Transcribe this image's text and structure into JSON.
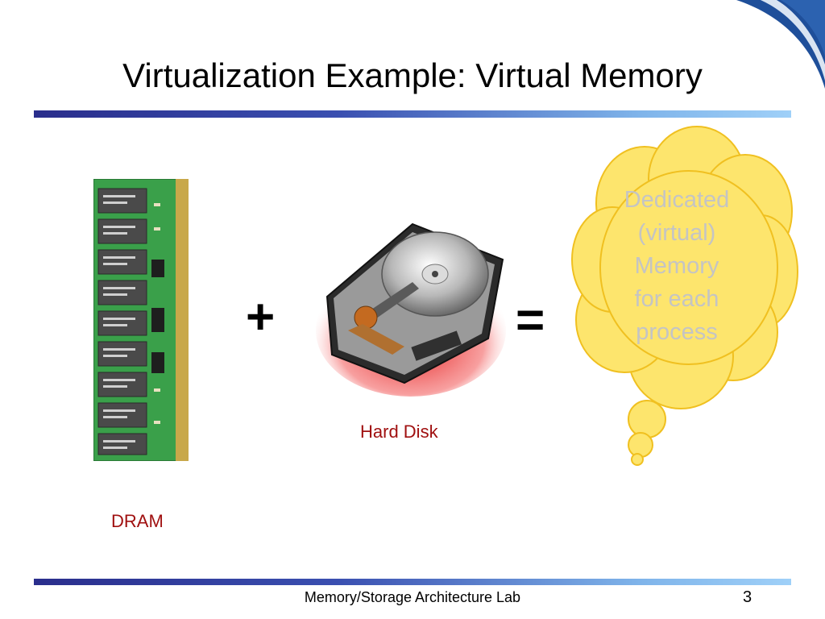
{
  "slide": {
    "title": "Virtualization Example: Virtual Memory",
    "page_number": "3",
    "footer": "Memory/Storage Architecture Lab"
  },
  "figure": {
    "dram_label": "DRAM",
    "hard_disk_label": "Hard Disk",
    "plus_symbol": "+",
    "equals_symbol": "=",
    "cloud_lines": [
      "Dedicated",
      "(virtual)",
      "Memory",
      "for each",
      "process"
    ]
  },
  "colors": {
    "label_red": "#a01010",
    "rule_dark": "#2a2e8c",
    "rule_light": "#9fd0f8",
    "cloud_fill": "#fde56d",
    "cloud_stroke": "#f0c020",
    "cloud_text": "#c4c4c4",
    "dram_pcb": "#3aa04a"
  },
  "icons": {
    "corner": "corner-swoosh-icon",
    "dram": "dram-stick-icon",
    "hdd": "hard-disk-icon",
    "cloud": "thought-cloud-icon"
  }
}
